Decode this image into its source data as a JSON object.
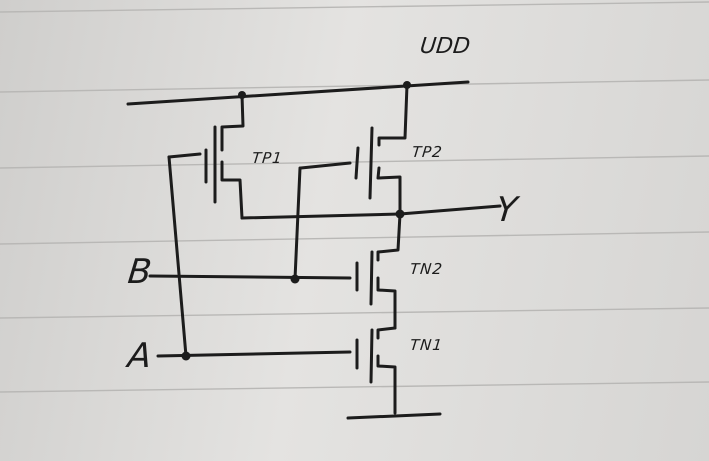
{
  "labels": {
    "vdd": "UDD",
    "tp1": "TP1",
    "tp2": "TP2",
    "tn2": "TN2",
    "tn1": "TN1",
    "input_a": "A",
    "input_b": "B",
    "output_y": "Y"
  },
  "colors": {
    "ink": "#1c1c1c",
    "paper": "#dedddb",
    "ruled_line": "#b9b8b6"
  }
}
